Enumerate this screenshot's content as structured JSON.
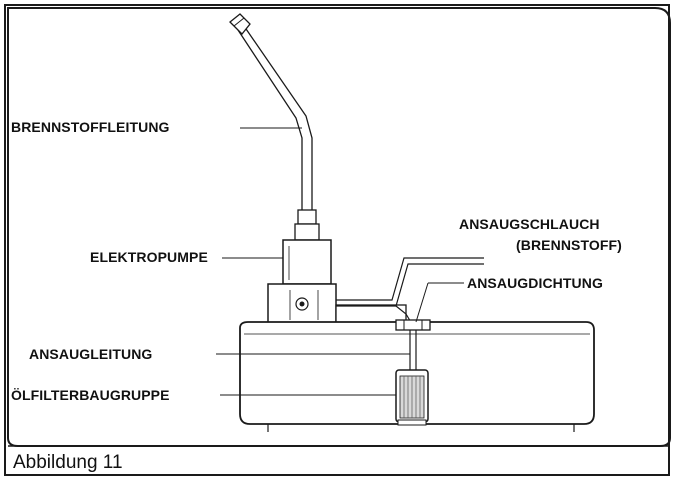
{
  "labels": {
    "fuel_line": "BRENNSTOFFLEITUNG",
    "electric_pump": "ELEKTROPUMPE",
    "suction_hose_line1": "ANSAUGSCHLAUCH",
    "suction_hose_line2": "(BRENNSTOFF)",
    "suction_seal": "ANSAUGDICHTUNG",
    "suction_line": "ANSAUGLEITUNG",
    "oil_filter_assembly": "ÖLFILTERBAUGRUPPE"
  },
  "caption": "Abbildung 11",
  "colors": {
    "line": "#1a1a1a",
    "background": "#ffffff",
    "text": "#111111"
  }
}
